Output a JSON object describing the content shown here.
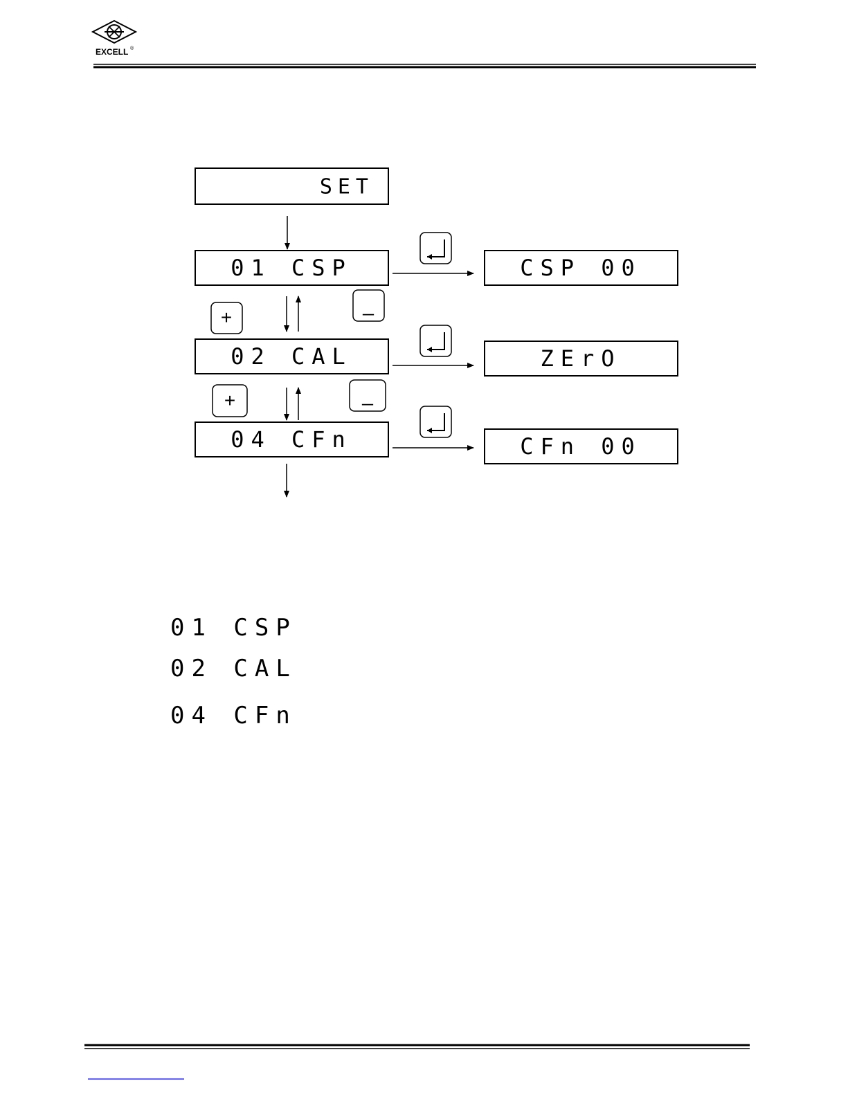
{
  "header": {
    "brand": "EXCELL",
    "registered": "®"
  },
  "colors": {
    "ink": "#000000",
    "link": "#0000ff",
    "paper": "#ffffff"
  },
  "keys": {
    "enter_icon": "enter-return-icon",
    "plus_label": "+",
    "minus_label": "_"
  },
  "flow": {
    "start": "SET",
    "menu": [
      {
        "code": "01 CSP",
        "result": "CSP 00"
      },
      {
        "code": "02 CAL",
        "result": "ZErO"
      },
      {
        "code": "04 CFn",
        "result": "CFn 00"
      }
    ]
  },
  "list": [
    "01 CSP",
    "02 CAL",
    "04 CFn"
  ]
}
